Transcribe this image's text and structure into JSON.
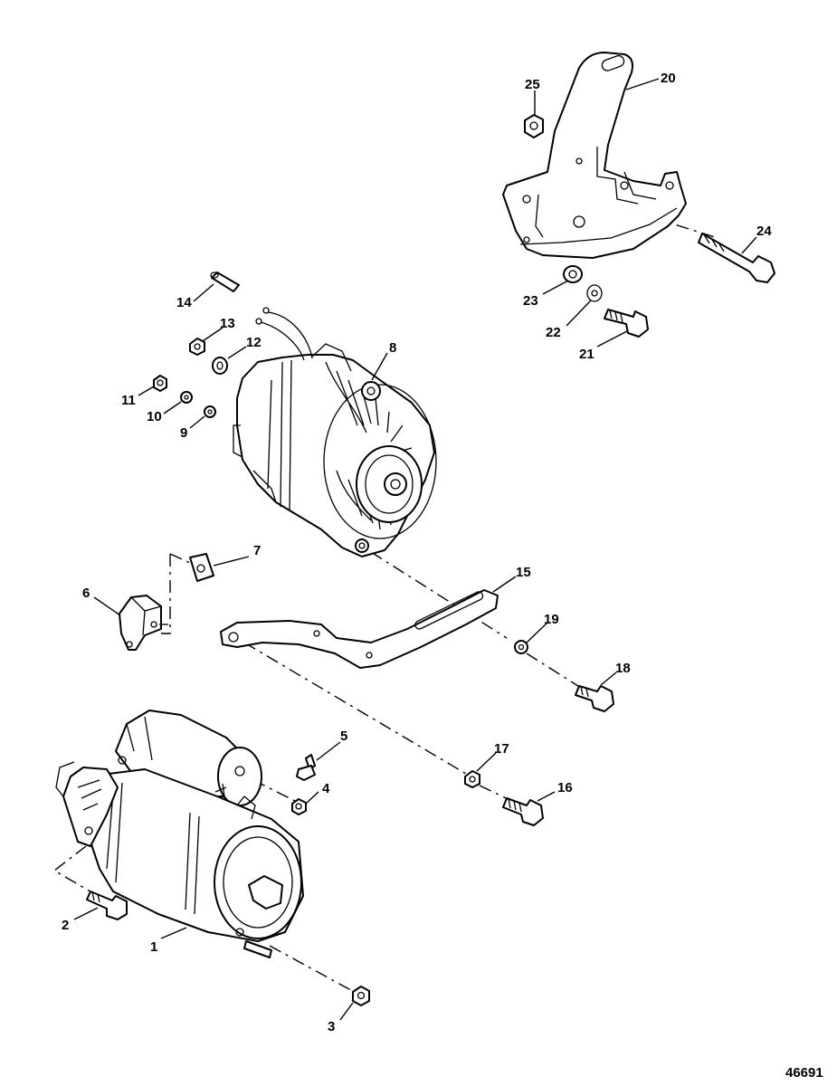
{
  "drawing_number": "46691",
  "callouts": [
    {
      "id": "1",
      "label": "1"
    },
    {
      "id": "2",
      "label": "2"
    },
    {
      "id": "3",
      "label": "3"
    },
    {
      "id": "4",
      "label": "4"
    },
    {
      "id": "5",
      "label": "5"
    },
    {
      "id": "6",
      "label": "6"
    },
    {
      "id": "7",
      "label": "7"
    },
    {
      "id": "8",
      "label": "8"
    },
    {
      "id": "9",
      "label": "9"
    },
    {
      "id": "10",
      "label": "10"
    },
    {
      "id": "11",
      "label": "11"
    },
    {
      "id": "12",
      "label": "12"
    },
    {
      "id": "13",
      "label": "13"
    },
    {
      "id": "14",
      "label": "14"
    },
    {
      "id": "15",
      "label": "15"
    },
    {
      "id": "16",
      "label": "16"
    },
    {
      "id": "17",
      "label": "17"
    },
    {
      "id": "18",
      "label": "18"
    },
    {
      "id": "19",
      "label": "19"
    },
    {
      "id": "20",
      "label": "20"
    },
    {
      "id": "21",
      "label": "21"
    },
    {
      "id": "22",
      "label": "22"
    },
    {
      "id": "23",
      "label": "23"
    },
    {
      "id": "24",
      "label": "24"
    },
    {
      "id": "25",
      "label": "25"
    }
  ]
}
